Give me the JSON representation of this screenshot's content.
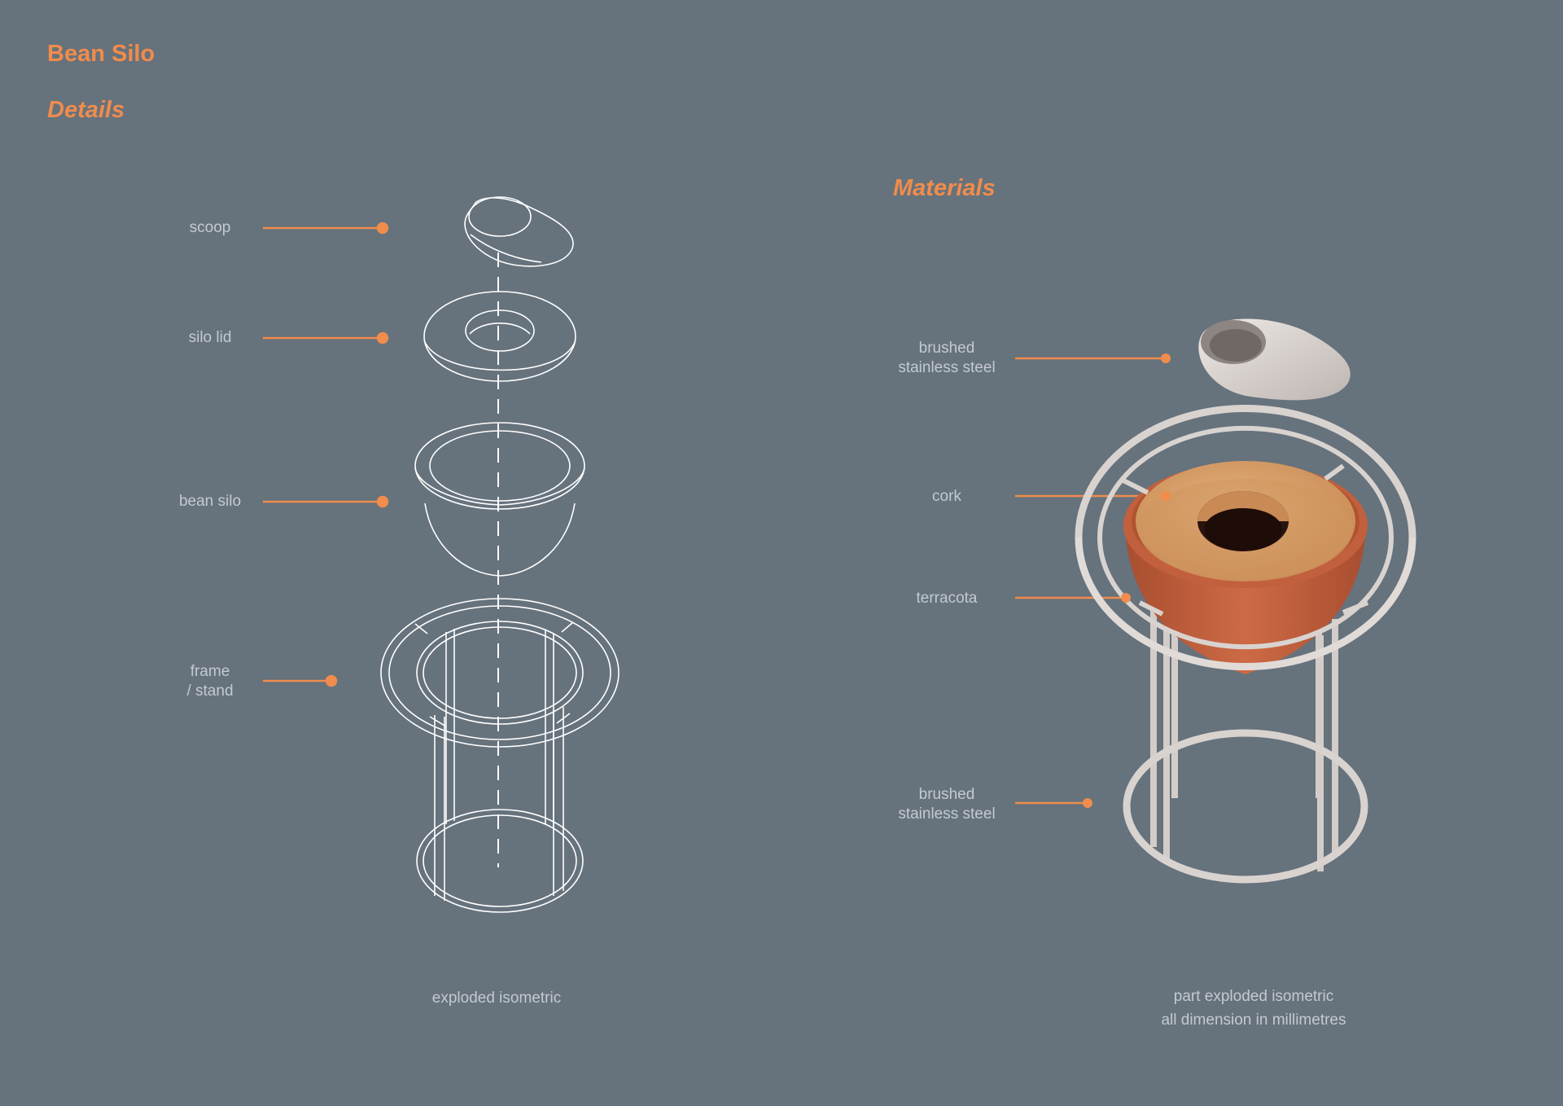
{
  "title": "Bean Silo",
  "sections": {
    "details": "Details",
    "materials": "Materials"
  },
  "details_labels": [
    "scoop",
    "silo lid",
    "bean  silo",
    "frame\n/ stand"
  ],
  "material_labels": [
    "brushed\nstainless steel",
    "cork",
    "terracota",
    "brushed\nstainless steel"
  ],
  "captions": {
    "left": "exploded isometric",
    "right_line1": "part exploded isometric",
    "right_line2": "all dimension in millimetres"
  },
  "colors": {
    "background": "#66727c",
    "accent": "#f08c4c",
    "label": "#c3cad0",
    "line_art": "#ffffff",
    "steel": "#d9d3d0",
    "cork": "#d69a62",
    "terracota": "#c2603e"
  }
}
